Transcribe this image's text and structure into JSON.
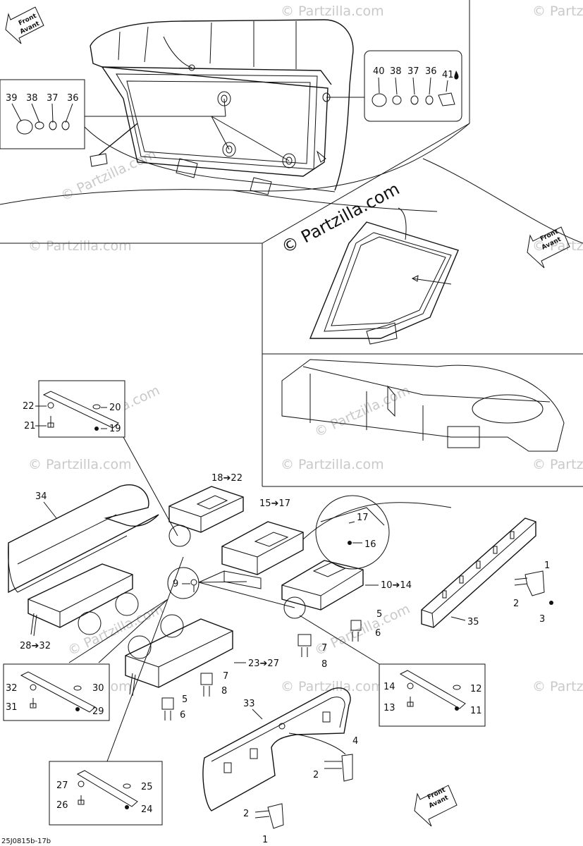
{
  "front_arrow": {
    "line1": "Front",
    "line2": "Avant"
  },
  "watermarks": {
    "copyright": "© Partzilla.com",
    "short": "© Partz"
  },
  "doc_code": "25J0815b-17b",
  "hardware_top_left": [
    "39",
    "38",
    "37",
    "36"
  ],
  "hardware_top_right": [
    "40",
    "38",
    "37",
    "36",
    "41"
  ],
  "callouts": {
    "c1a": "1",
    "c2a": "2",
    "c3": "3",
    "c4": "4",
    "c5a": "5",
    "c5b": "5",
    "c6a": "6",
    "c6b": "6",
    "c7a": "7",
    "c7b": "7",
    "c8a": "8",
    "c8b": "8",
    "c9": "9",
    "c10_14": "10➔14",
    "c11": "11",
    "c12": "12",
    "c13": "13",
    "c14": "14",
    "c15_17": "15➔17",
    "c16": "16",
    "c17": "17",
    "c18_22": "18➔22",
    "c19": "19",
    "c20": "20",
    "c21": "21",
    "c22": "22",
    "c23_27": "23➔27",
    "c24": "24",
    "c25": "25",
    "c26": "26",
    "c27": "27",
    "c28_32": "28➔32",
    "c29": "29",
    "c30": "30",
    "c31": "31",
    "c32": "32",
    "c33": "33",
    "c34": "34",
    "c35": "35",
    "c1b": "1",
    "c2b": "2",
    "c2c": "2"
  }
}
